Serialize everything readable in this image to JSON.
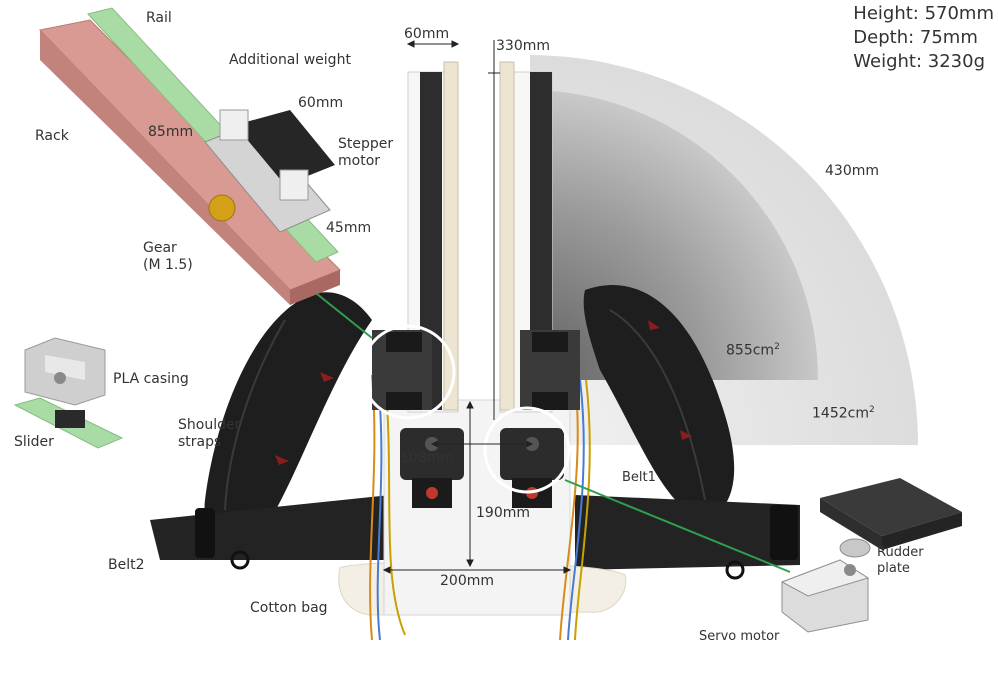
{
  "specs": {
    "height": "Height: 570mm",
    "depth": "Depth: 75mm",
    "weight": "Weight: 3230g"
  },
  "dimensions": {
    "top_width": "60mm",
    "top_offset": "330mm",
    "gear_housing_width": "60mm",
    "rack_depth": "85mm",
    "housing_height": "45mm",
    "arc_radius": "430mm",
    "inner_area_value": "855cm",
    "outer_area_value": "1452cm",
    "area_exponent": "2",
    "plate_center_distance": "108mm",
    "plate_height": "190mm",
    "plate_width": "200mm"
  },
  "labels": {
    "rail": "Rail",
    "additional_weight": "Additional weight",
    "rack": "Rack",
    "stepper_motor_line1": "Stepper",
    "stepper_motor_line2": "motor",
    "gear_line1": "Gear",
    "gear_line2": "(M 1.5)",
    "pla_casing": "PLA casing",
    "slider": "Slider",
    "shoulder_straps_line1": "Shoulder",
    "shoulder_straps_line2": "straps",
    "belt1": "Belt1",
    "belt2": "Belt2",
    "rudder_plate_line1": "Rudder",
    "rudder_plate_line2": "plate",
    "cotton_bag": "Cotton bag",
    "servo_motor": "Servo motor"
  },
  "colors": {
    "rack": "#d99a94",
    "rail": "#a9dca4",
    "strap": "#1e1e1e",
    "arc_outer": "#e6e6e6",
    "arc_inner": "#b8b8b8",
    "callout_line": "#2f9e4f"
  }
}
